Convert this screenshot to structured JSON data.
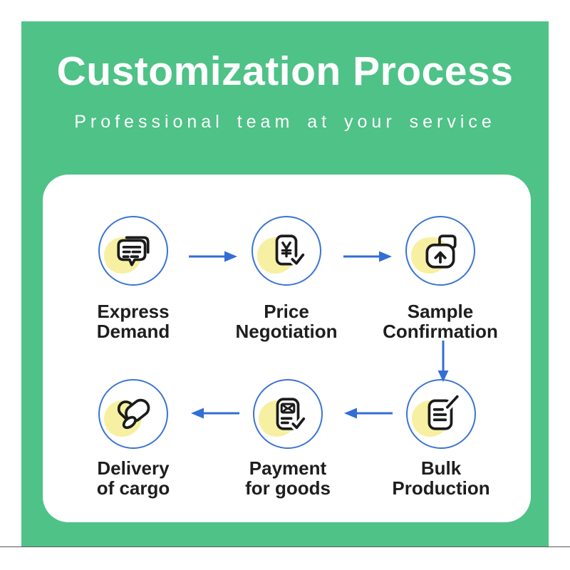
{
  "header": {
    "title": "Customization Process",
    "subtitle": "Professional team at your service"
  },
  "colors": {
    "panel_green": "#4EC287",
    "arrow_blue": "#336DD6",
    "circle_border": "#3B74D4",
    "highlight_yellow": "#F7F0A2",
    "label_text": "#1E1E1E"
  },
  "steps": [
    {
      "name": "express-demand",
      "line1": "Express",
      "line2": "Demand",
      "icon": "chat-bubble-icon"
    },
    {
      "name": "price-negotiation",
      "line1": "Price",
      "line2": "Negotiation",
      "icon": "yuan-invoice-check-icon"
    },
    {
      "name": "sample-confirmation",
      "line1": "Sample",
      "line2": "Confirmation",
      "icon": "upload-box-icon"
    },
    {
      "name": "bulk-production",
      "line1": "Bulk",
      "line2": "Production",
      "icon": "document-edit-icon"
    },
    {
      "name": "payment-for-goods",
      "line1": "Payment",
      "line2": "for goods",
      "icon": "invoice-check-icon"
    },
    {
      "name": "delivery-of-cargo",
      "line1": "Delivery",
      "line2": "of cargo",
      "icon": "packages-icon"
    }
  ],
  "flow": {
    "arrows": [
      "right",
      "right",
      "down",
      "left",
      "left"
    ]
  }
}
